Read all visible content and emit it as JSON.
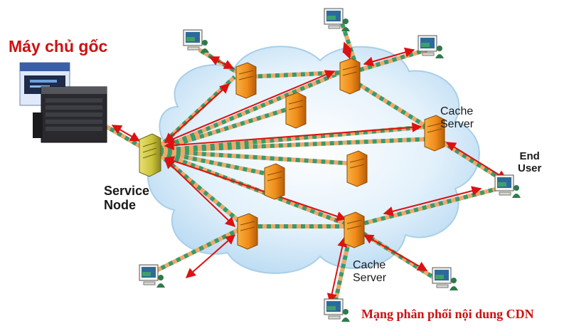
{
  "labels": {
    "origin_server": "Máy chủ gốc",
    "service_node_line1": "Service",
    "service_node_line2": "Node",
    "cache_server_top_line1": "Cache",
    "cache_server_top_line2": "Server",
    "cache_server_bottom_line1": "Cache",
    "cache_server_bottom_line2": "Server",
    "end_user_line1": "End",
    "end_user_line2": "User",
    "caption": "Mạng phân phối nội dung CDN"
  },
  "colors": {
    "title_red": "#cc1111",
    "arrow_red": "#dd1111",
    "link_orange": "#f0a868",
    "link_green": "#3a9a6a",
    "cloud_blue": "#cfe6f7",
    "server_orange": "#f08c1a",
    "service_node_yellow": "#c9c23a"
  }
}
